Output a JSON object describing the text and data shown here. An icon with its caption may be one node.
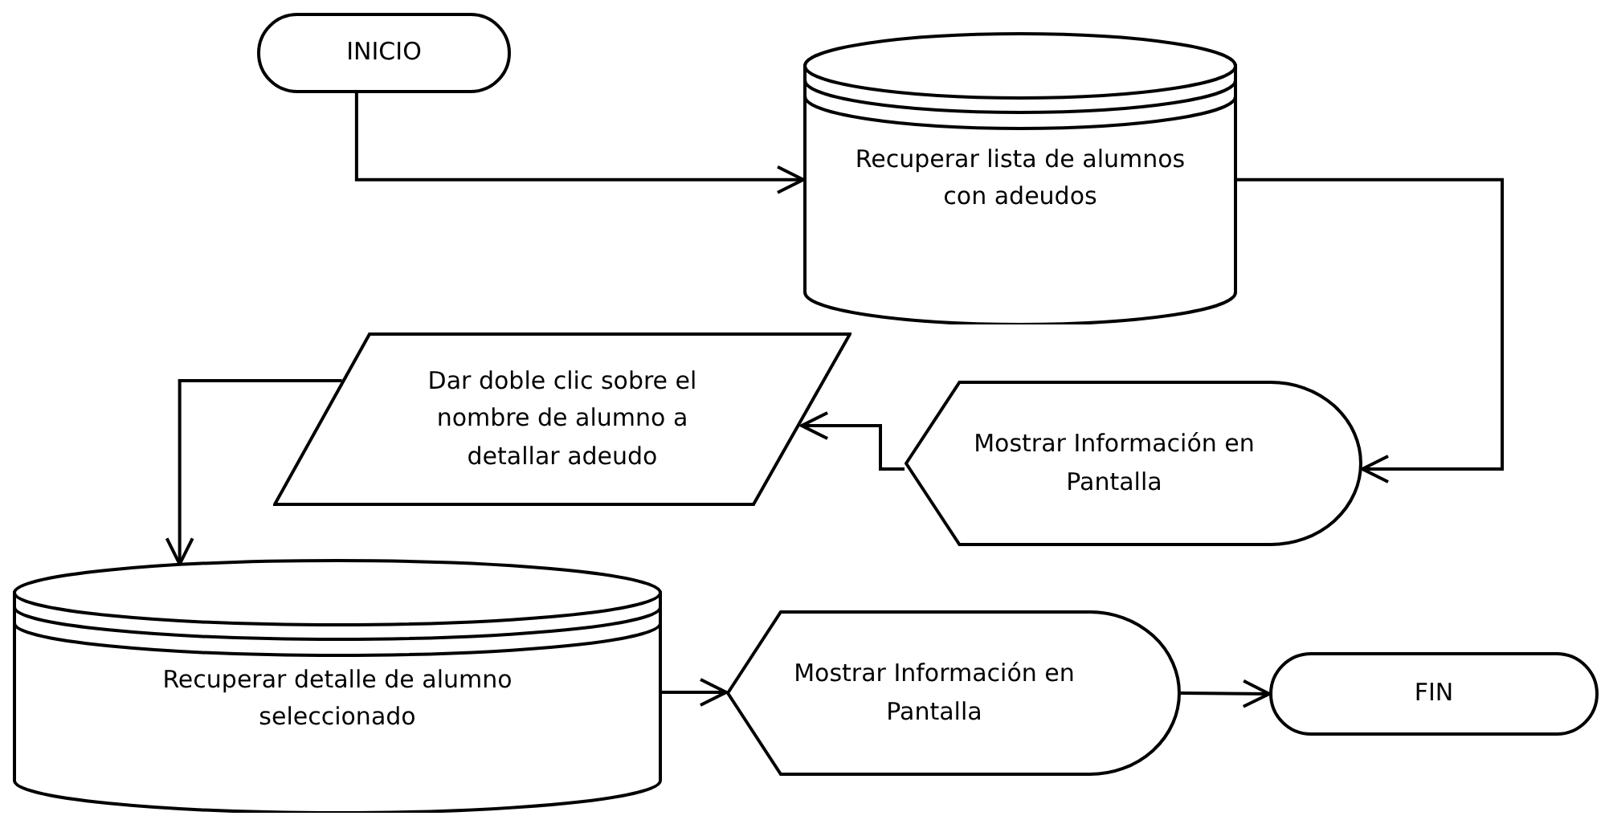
{
  "diagram": {
    "nodes": [
      {
        "text": [
          "INICIO"
        ]
      },
      {
        "text": [
          "Recuperar lista de alumnos con adeudos"
        ]
      },
      {
        "text": [
          "Mostrar Información en Pantalla"
        ]
      },
      {
        "text": [
          "Dar doble clic sobre el nombre de alumno a detallar adeudo"
        ]
      },
      {
        "text": [
          "Recuperar detalle de alumno seleccionado"
        ]
      },
      {
        "text": [
          "Mostrar Información en Pantalla"
        ]
      },
      {
        "text": [
          "FIN"
        ]
      }
    ],
    "edges": [
      {
        "from": 0,
        "to": 1,
        "arrow": "to"
      },
      {
        "from": 1,
        "to": 2,
        "arrow": "to"
      },
      {
        "from": 2,
        "to": 3,
        "arrow": "to"
      },
      {
        "from": 3,
        "to": 4,
        "arrow": "to"
      },
      {
        "from": 4,
        "to": 5,
        "arrow": "to"
      },
      {
        "from": 5,
        "to": 6,
        "arrow": "to"
      }
    ]
  }
}
